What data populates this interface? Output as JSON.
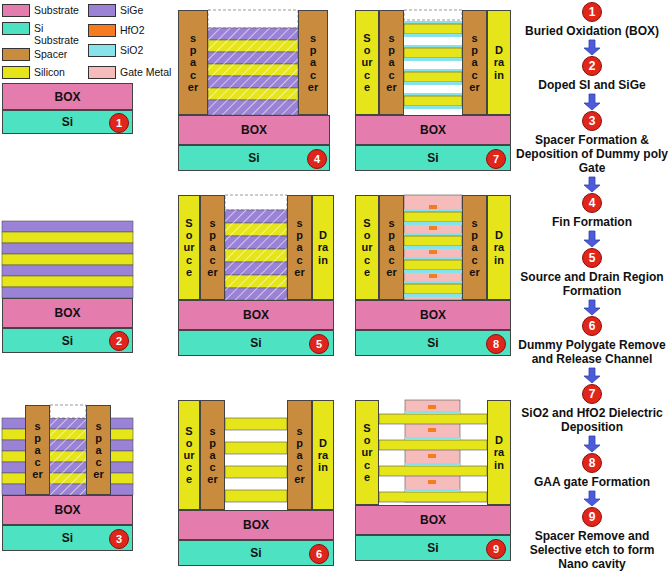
{
  "diagram": {
    "nodes": [
      {
        "text": [
          "BOX"
        ]
      },
      {
        "text": [
          "Si"
        ]
      },
      {
        "text": [
          "1"
        ],
        "in": 1
      },
      {
        "text": [
          "BOX"
        ]
      },
      {
        "text": [
          "Si"
        ]
      },
      {
        "text": [
          "2"
        ],
        "in": 4
      },
      {
        "text": [
          "spacer"
        ]
      },
      {
        "text": [
          "spacer"
        ]
      },
      {
        "text": [
          "BOX"
        ]
      },
      {
        "text": [
          "Si"
        ]
      },
      {
        "text": [
          "3"
        ],
        "in": 9
      },
      {
        "text": [
          "spacer"
        ]
      },
      {
        "text": [
          "spacer"
        ]
      },
      {
        "text": [
          "BOX"
        ]
      },
      {
        "text": [
          "Si"
        ]
      },
      {
        "text": [
          "4"
        ],
        "in": 14
      },
      {
        "text": [
          "Source"
        ]
      },
      {
        "text": [
          "spacer"
        ]
      },
      {
        "text": [
          "spacer"
        ]
      },
      {
        "text": [
          "Drain"
        ]
      },
      {
        "text": [
          "BOX"
        ]
      },
      {
        "text": [
          "Si"
        ]
      },
      {
        "text": [
          "5"
        ],
        "in": 21
      },
      {
        "text": [
          "Source"
        ]
      },
      {
        "text": [
          "spacer"
        ]
      },
      {
        "text": [
          "spacer"
        ]
      },
      {
        "text": [
          "Drain"
        ]
      },
      {
        "text": [
          "BOX"
        ]
      },
      {
        "text": [
          "Si"
        ]
      },
      {
        "text": [
          "6"
        ],
        "in": 28
      },
      {
        "text": [
          "Source"
        ]
      },
      {
        "text": [
          "spacer"
        ]
      },
      {
        "text": [
          "spacer"
        ]
      },
      {
        "text": [
          "Drain"
        ]
      },
      {
        "text": [
          "BOX"
        ]
      },
      {
        "text": [
          "Si"
        ]
      },
      {
        "text": [
          "7"
        ],
        "in": 35
      },
      {
        "text": [
          "Source"
        ]
      },
      {
        "text": [
          "spacer"
        ]
      },
      {
        "text": [
          "spacer"
        ]
      },
      {
        "text": [
          "Drain"
        ]
      },
      {
        "text": [
          "BOX"
        ]
      },
      {
        "text": [
          "Si"
        ]
      },
      {
        "text": [
          "8"
        ],
        "in": 42
      },
      {
        "text": [
          "Source"
        ]
      },
      {
        "text": [
          "Drain"
        ]
      },
      {
        "text": [
          "BOX"
        ]
      },
      {
        "text": [
          "Si"
        ]
      },
      {
        "text": [
          "9"
        ],
        "in": 47
      },
      {
        "text": [
          "1",
          "Buried Oxidation (BOX)"
        ]
      },
      {
        "text": [
          "2",
          "Doped SI and SiGe"
        ]
      },
      {
        "text": [
          "3",
          "Spacer Formation & Deposition of Dummy poly Gate"
        ]
      },
      {
        "text": [
          "4",
          "Fin Formation"
        ]
      },
      {
        "text": [
          "5",
          "Source and Drain Region Formation"
        ]
      },
      {
        "text": [
          "6",
          "Dummy Polygate Remove and Release Channel"
        ]
      },
      {
        "text": [
          "7",
          "SiO2 and HfO2 Dielectric Deposition"
        ]
      },
      {
        "text": [
          "8",
          "GAA gate Formation"
        ]
      },
      {
        "text": [
          "9",
          "Spacer Remove and Selective etch to form Nano cavity"
        ]
      }
    ],
    "edges": [
      {
        "from": 49,
        "to": 50,
        "arrow": "to"
      },
      {
        "from": 50,
        "to": 51,
        "arrow": "to"
      },
      {
        "from": 51,
        "to": 52,
        "arrow": "to"
      },
      {
        "from": 52,
        "to": 53,
        "arrow": "to"
      },
      {
        "from": 53,
        "to": 54,
        "arrow": "to"
      },
      {
        "from": 54,
        "to": 55,
        "arrow": "to"
      },
      {
        "from": 55,
        "to": 56,
        "arrow": "to"
      },
      {
        "from": 56,
        "to": 57,
        "arrow": "to"
      }
    ],
    "legend": [
      {
        "text": "Substrate",
        "color": "#e57cae"
      },
      {
        "text": "Si Substrate",
        "color": "#4de2c1"
      },
      {
        "text": "Spacer",
        "color": "#c98b3e"
      },
      {
        "text": "Silicon",
        "color": "#e5e51a"
      },
      {
        "text": "SiGe",
        "color": "#9a82d6"
      },
      {
        "text": "HfO2",
        "color": "#f57a20"
      },
      {
        "text": "SiO2",
        "color": "#86e3ec"
      },
      {
        "text": "Gate Metal",
        "color": "#f6bcbc"
      }
    ]
  }
}
